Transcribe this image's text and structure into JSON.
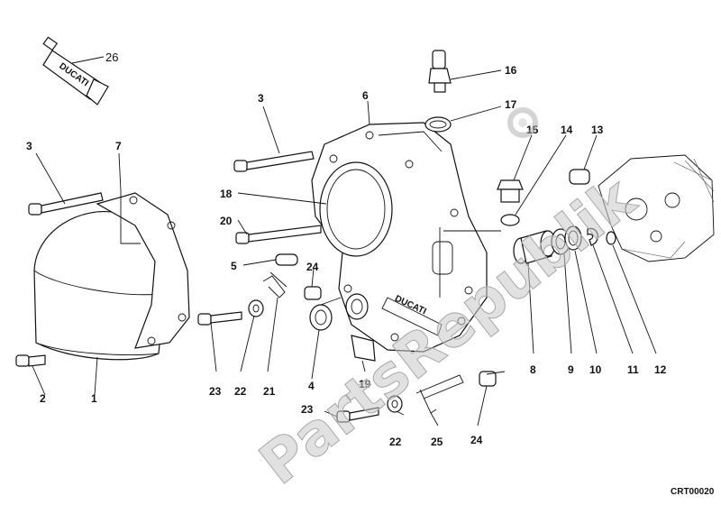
{
  "diagram": {
    "watermark": "PartsRepublik",
    "code": "CRT00020",
    "tube_brand": "DUCATI",
    "cover_brand": "DUCATI",
    "callouts": {
      "c1": "1",
      "c2": "2",
      "c3a": "3",
      "c3b": "3",
      "c4": "4",
      "c5": "5",
      "c6": "6",
      "c7": "7",
      "c8": "8",
      "c9": "9",
      "c10": "10",
      "c11": "11",
      "c12": "12",
      "c13": "13",
      "c14": "14",
      "c15": "15",
      "c16": "16",
      "c17": "17",
      "c18": "18",
      "c19": "19",
      "c20": "20",
      "c21": "21",
      "c22a": "22",
      "c22b": "22",
      "c23a": "23",
      "c23b": "23",
      "c24a": "24",
      "c24b": "24",
      "c25": "25",
      "c26": "26"
    }
  }
}
